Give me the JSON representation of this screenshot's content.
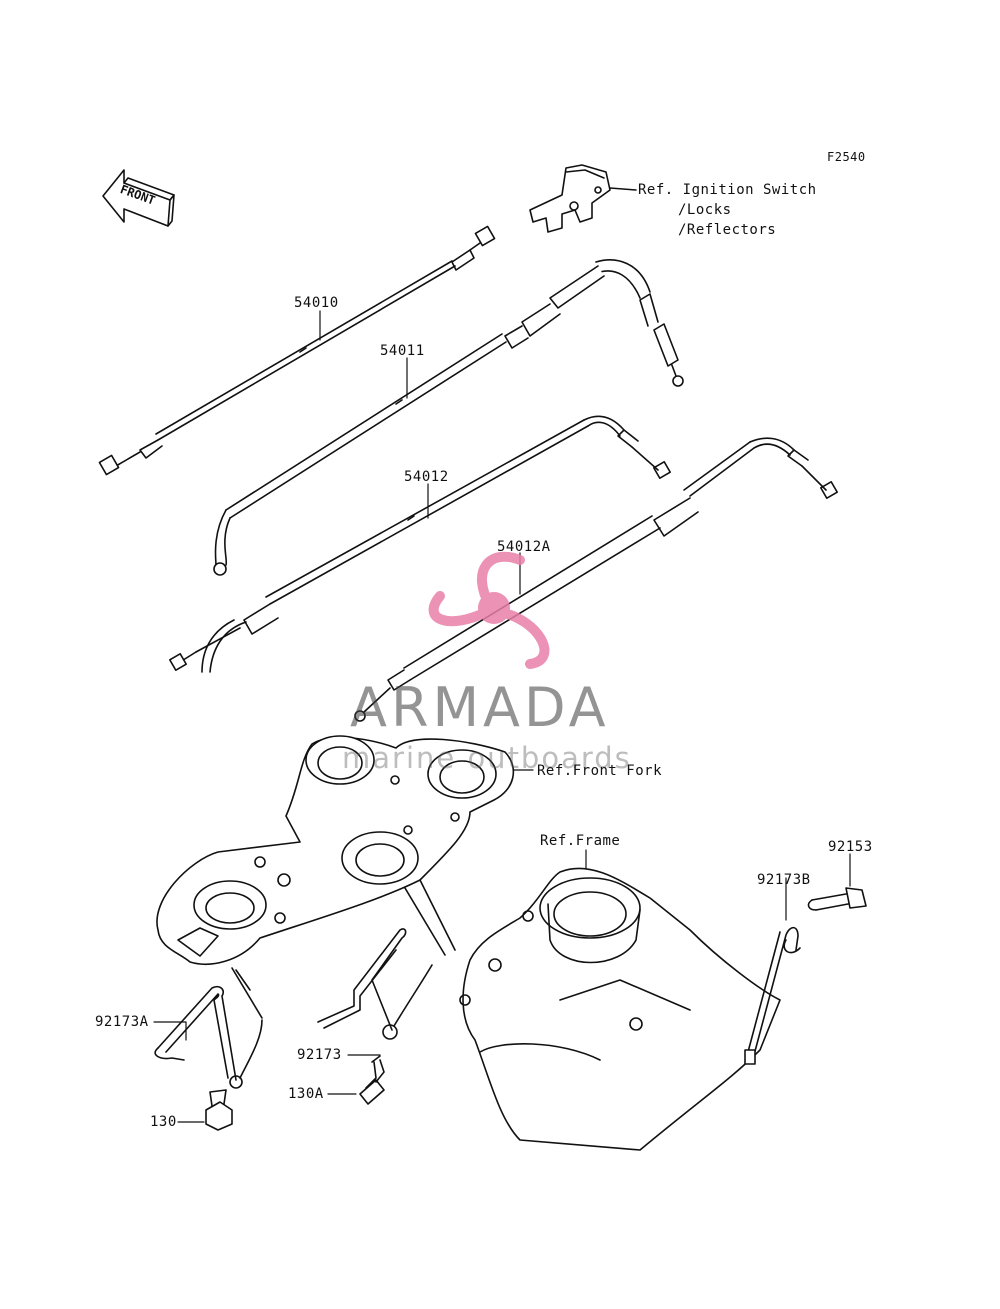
{
  "figure_code": "F2540",
  "ref_ignition": {
    "line1": "Ref. Ignition Switch",
    "line2": "/Locks",
    "line3": "/Reflectors"
  },
  "ref_front_fork": "Ref.Front Fork",
  "ref_frame": "Ref.Frame",
  "front_arrow_label": "FRONT",
  "parts": {
    "p54010": "54010",
    "p54011": "54011",
    "p54012": "54012",
    "p54012A": "54012A",
    "p92153": "92153",
    "p92173B": "92173B",
    "p92173A": "92173A",
    "p92173": "92173",
    "p130A": "130A",
    "p130": "130"
  },
  "watermark": {
    "brand": "ARMADA",
    "tagline": "marine outboards",
    "logo_color": "#e87fa9"
  }
}
